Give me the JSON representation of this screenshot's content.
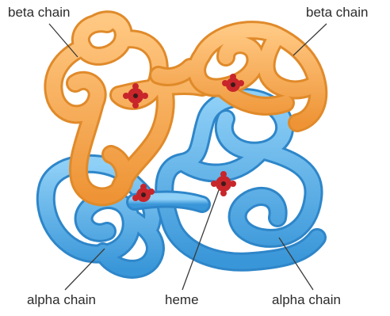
{
  "labels": {
    "beta_left": "beta chain",
    "beta_right": "beta chain",
    "alpha_left": "alpha chain",
    "heme": "heme",
    "alpha_right": "alpha chain"
  },
  "colors": {
    "beta_chain": "#F7A84B",
    "beta_chain_dark": "#E08A2A",
    "alpha_chain": "#4FA9E6",
    "alpha_chain_dark": "#2E86C9",
    "heme": "#C8262B",
    "leader_line": "#3a3a3a"
  }
}
